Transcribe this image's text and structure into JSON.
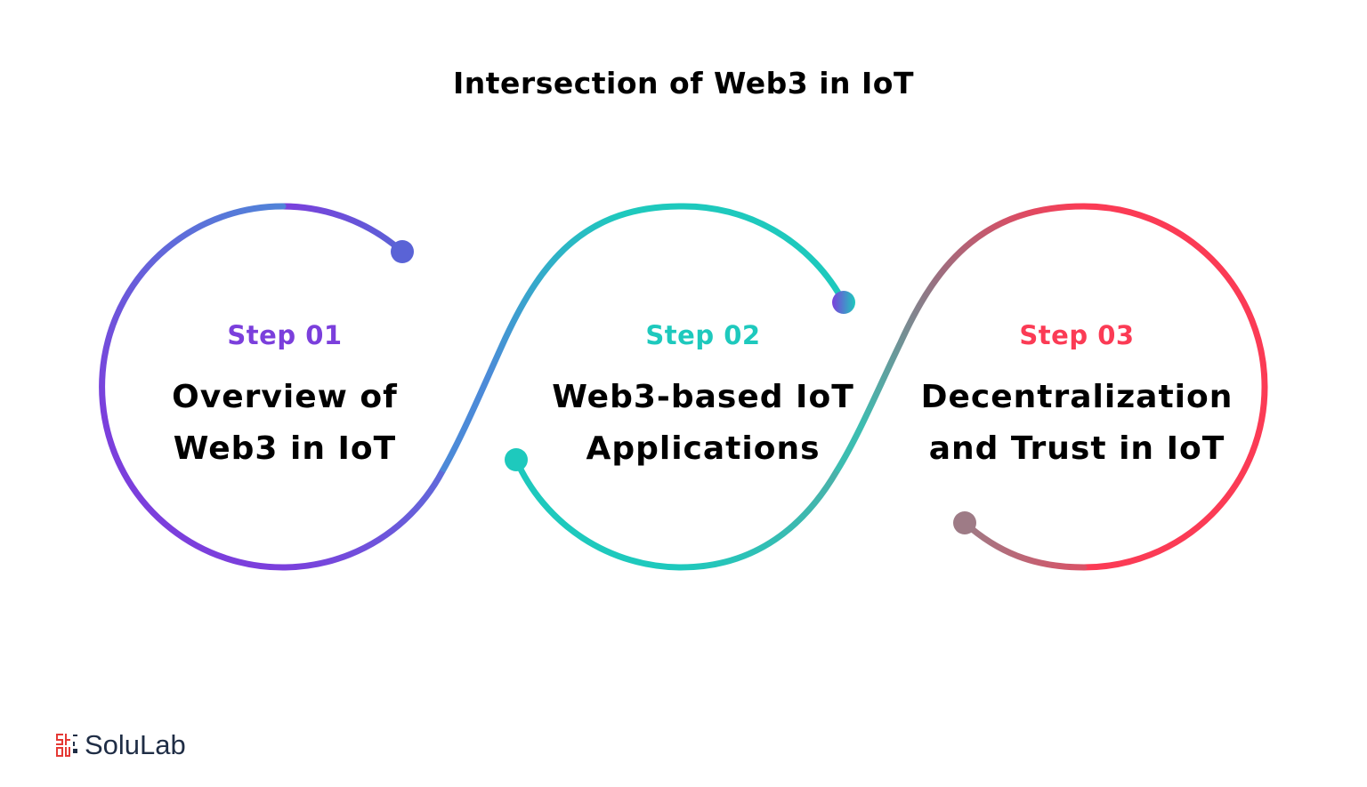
{
  "title": "Intersection of Web3 in IoT",
  "steps": [
    {
      "label": "Step 01",
      "name_line1": "Overview of",
      "name_line2": "Web3 in IoT",
      "color": "#7b3fdc"
    },
    {
      "label": "Step 02",
      "name_line1": "Web3-based IoT",
      "name_line2": "Applications",
      "color": "#1ec9bd"
    },
    {
      "label": "Step 03",
      "name_line1": "Decentralization",
      "name_line2": "and Trust in IoT",
      "color": "#fb3b55"
    }
  ],
  "colors": {
    "purple": "#7b3fdc",
    "blue": "#4c7fd6",
    "teal": "#1ec9bd",
    "red": "#fb3b55",
    "mauve": "#9e7b86"
  },
  "brand": {
    "name": "SoluLab",
    "icon": "solulab-logo-icon",
    "icon_color": "#e53935"
  }
}
